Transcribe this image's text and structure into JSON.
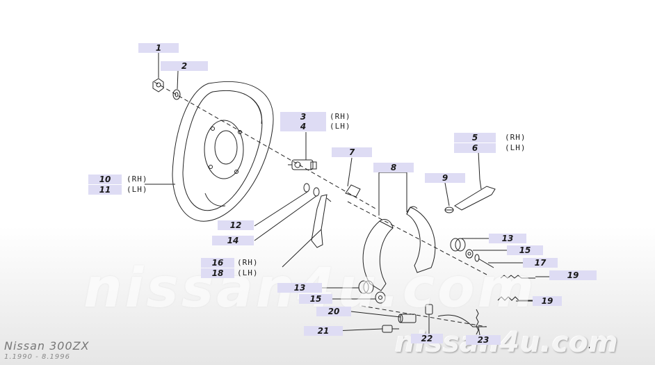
{
  "watermark": {
    "text": "nissan4u.com",
    "brand": "nissan4u.com"
  },
  "vehicle": {
    "model": "Nissan 300ZX",
    "years": "1.1990  -  8.1996"
  },
  "sides": {
    "rh": "(RH)",
    "lh": "(LH)"
  },
  "callouts": {
    "c1": "1",
    "c2": "2",
    "c3": "3",
    "c4": "4",
    "c5": "5",
    "c6": "6",
    "c7": "7",
    "c8": "8",
    "c9": "9",
    "c10": "10",
    "c11": "11",
    "c12": "12",
    "c13a": "13",
    "c13b": "13",
    "c14": "14",
    "c15a": "15",
    "c15b": "15",
    "c16": "16",
    "c17": "17",
    "c18": "18",
    "c19a": "19",
    "c19b": "19",
    "c20": "20",
    "c21": "21",
    "c22": "22",
    "c23": "23"
  },
  "colors": {
    "label_bg": "#dedcf4",
    "line": "#222222"
  }
}
